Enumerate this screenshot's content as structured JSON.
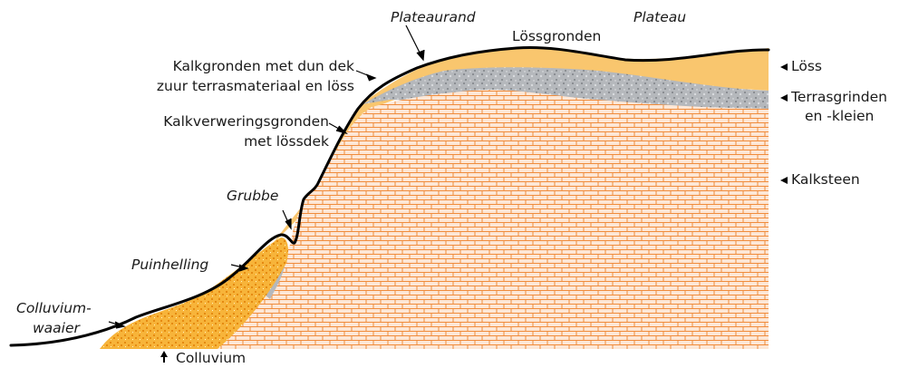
{
  "labels": {
    "plateaurand": "Plateaurand",
    "plateau": "Plateau",
    "lossgronden": "Lössgronden",
    "loss": "Löss",
    "terrasgrinden_1": "Terrasgrinden",
    "terrasgrinden_2": "en -kleien",
    "kalkgronden_1": "Kalkgronden met dun dek",
    "kalkgronden_2": "zuur terrasmateriaal en löss",
    "kalkverwering_1": "Kalkverweringsgronden",
    "kalkverwering_2": "met lössdek",
    "kalksteen": "Kalksteen",
    "grubbe": "Grubbe",
    "puinhelling": "Puinhelling",
    "colluviumwaaier_1": "Colluvium-",
    "colluviumwaaier_2": "waaier",
    "colluvium": "Colluvium"
  },
  "colors": {
    "loss": "#f9c66e",
    "limestone_fill": "#fde7d6",
    "limestone_brick": "#f08c3c",
    "gravel": "#b5b8bc",
    "surface_line": "#000000",
    "text": "#1a1a1a"
  }
}
